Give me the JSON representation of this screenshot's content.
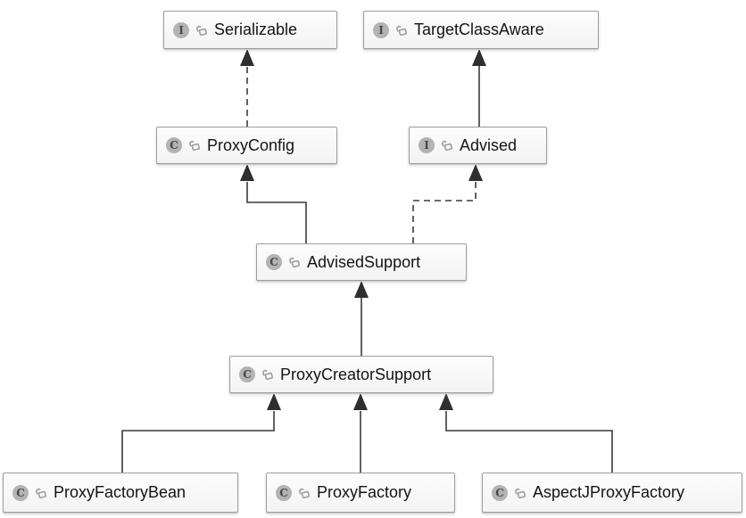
{
  "diagram": {
    "type": "uml-class-diagram",
    "nodes": [
      {
        "id": "serializable",
        "label": "Serializable",
        "kind": "interface",
        "badge": "I",
        "badge_icon": "interface-icon",
        "visibility_icon": "unlocked-icon"
      },
      {
        "id": "targetclassaware",
        "label": "TargetClassAware",
        "kind": "interface",
        "badge": "I",
        "badge_icon": "interface-icon",
        "visibility_icon": "unlocked-icon"
      },
      {
        "id": "proxyconfig",
        "label": "ProxyConfig",
        "kind": "class",
        "badge": "C",
        "badge_icon": "class-icon",
        "visibility_icon": "unlocked-icon"
      },
      {
        "id": "advised",
        "label": "Advised",
        "kind": "interface",
        "badge": "I",
        "badge_icon": "interface-icon",
        "visibility_icon": "unlocked-icon"
      },
      {
        "id": "advisedsupport",
        "label": "AdvisedSupport",
        "kind": "class",
        "badge": "C",
        "badge_icon": "class-icon",
        "visibility_icon": "unlocked-icon"
      },
      {
        "id": "proxycreatorsupport",
        "label": "ProxyCreatorSupport",
        "kind": "class",
        "badge": "C",
        "badge_icon": "class-icon",
        "visibility_icon": "unlocked-icon"
      },
      {
        "id": "proxyfactorybean",
        "label": "ProxyFactoryBean",
        "kind": "class",
        "badge": "C",
        "badge_icon": "class-icon",
        "visibility_icon": "unlocked-icon"
      },
      {
        "id": "proxyfactory",
        "label": "ProxyFactory",
        "kind": "class",
        "badge": "C",
        "badge_icon": "class-icon",
        "visibility_icon": "unlocked-icon"
      },
      {
        "id": "aspectjproxyfactory",
        "label": "AspectJProxyFactory",
        "kind": "class",
        "badge": "C",
        "badge_icon": "class-icon",
        "visibility_icon": "unlocked-icon"
      }
    ],
    "edges": [
      {
        "from": "ProxyConfig",
        "to": "Serializable",
        "relation": "implements",
        "line": "dashed"
      },
      {
        "from": "Advised",
        "to": "TargetClassAware",
        "relation": "extends",
        "line": "solid"
      },
      {
        "from": "AdvisedSupport",
        "to": "ProxyConfig",
        "relation": "extends",
        "line": "solid"
      },
      {
        "from": "AdvisedSupport",
        "to": "Advised",
        "relation": "implements",
        "line": "dashed"
      },
      {
        "from": "ProxyCreatorSupport",
        "to": "AdvisedSupport",
        "relation": "extends",
        "line": "solid"
      },
      {
        "from": "ProxyFactoryBean",
        "to": "ProxyCreatorSupport",
        "relation": "extends",
        "line": "solid"
      },
      {
        "from": "ProxyFactory",
        "to": "ProxyCreatorSupport",
        "relation": "extends",
        "line": "solid"
      },
      {
        "from": "AspectJProxyFactory",
        "to": "ProxyCreatorSupport",
        "relation": "extends",
        "line": "solid"
      }
    ],
    "colors": {
      "background": "#ffffff",
      "node_border": "#9d9d9d",
      "node_fill": "#f6f6f6",
      "badge_fill": "#b3b3b3",
      "badge_letter": "#474747",
      "edge_line": "#3a3a3a",
      "arrowhead_fill": "#2f2f2f",
      "label_text": "#141414"
    }
  }
}
